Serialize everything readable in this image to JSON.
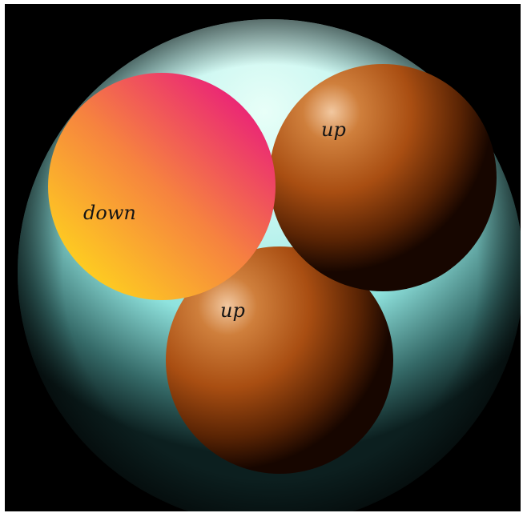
{
  "labels": {
    "down": "down",
    "up_top": "up",
    "up_bottom": "up"
  },
  "colors": {
    "frame_background": "#000000",
    "page_background": "#ffffff",
    "glow_core": "#e8fff8",
    "glow_mid": "#8fe3de",
    "glow_edge": "#0c1f1f",
    "flat_disk_pink": "#e9197d",
    "flat_disk_orange": "#f6833f",
    "flat_disk_yellow": "#ffd81c",
    "sphere_highlight": "#f2c8a0",
    "sphere_mid": "#a94e12",
    "sphere_dark": "#170600",
    "label_color": "#141414"
  }
}
